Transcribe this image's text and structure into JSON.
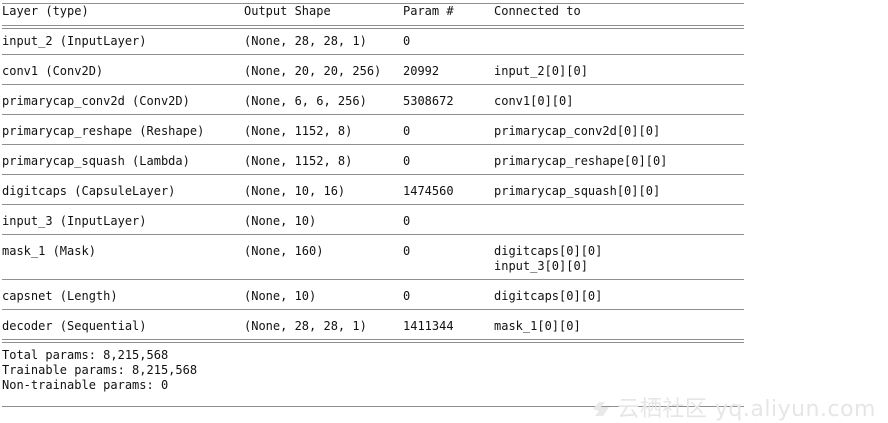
{
  "header": {
    "layer": "Layer (type)",
    "output_shape": "Output Shape",
    "params": "Param #",
    "connected_to": "Connected to"
  },
  "rows": [
    {
      "layer": "input_2 (InputLayer)",
      "output_shape": "(None, 28, 28, 1)",
      "params": "0",
      "connected_to": [
        "",
        ""
      ]
    },
    {
      "layer": "conv1 (Conv2D)",
      "output_shape": "(None, 20, 20, 256)",
      "params": "20992",
      "connected_to": [
        "input_2[0][0]",
        ""
      ]
    },
    {
      "layer": "primarycap_conv2d (Conv2D)",
      "output_shape": "(None, 6, 6, 256)",
      "params": "5308672",
      "connected_to": [
        "conv1[0][0]",
        ""
      ]
    },
    {
      "layer": "primarycap_reshape (Reshape)",
      "output_shape": "(None, 1152, 8)",
      "params": "0",
      "connected_to": [
        "primarycap_conv2d[0][0]",
        ""
      ]
    },
    {
      "layer": "primarycap_squash (Lambda)",
      "output_shape": "(None, 1152, 8)",
      "params": "0",
      "connected_to": [
        "primarycap_reshape[0][0]",
        ""
      ]
    },
    {
      "layer": "digitcaps (CapsuleLayer)",
      "output_shape": "(None, 10, 16)",
      "params": "1474560",
      "connected_to": [
        "primarycap_squash[0][0]",
        ""
      ]
    },
    {
      "layer": "input_3 (InputLayer)",
      "output_shape": "(None, 10)",
      "params": "0",
      "connected_to": [
        "",
        ""
      ]
    },
    {
      "layer": "mask_1 (Mask)",
      "output_shape": "(None, 160)",
      "params": "0",
      "connected_to": [
        "digitcaps[0][0]",
        "input_3[0][0]"
      ]
    },
    {
      "layer": "capsnet (Length)",
      "output_shape": "(None, 10)",
      "params": "0",
      "connected_to": [
        "digitcaps[0][0]",
        ""
      ]
    },
    {
      "layer": "decoder (Sequential)",
      "output_shape": "(None, 28, 28, 1)",
      "params": "1411344",
      "connected_to": [
        "mask_1[0][0]",
        ""
      ]
    }
  ],
  "totals": {
    "total": "Total params: 8,215,568",
    "trainable": "Trainable params: 8,215,568",
    "non_trainable": "Non-trainable params: 0"
  },
  "watermark": {
    "text": "云栖社区 yq.aliyun.com",
    "color": "#e6e6e6"
  },
  "colors": {
    "rule": "#8f8f8f",
    "text": "#111111"
  }
}
